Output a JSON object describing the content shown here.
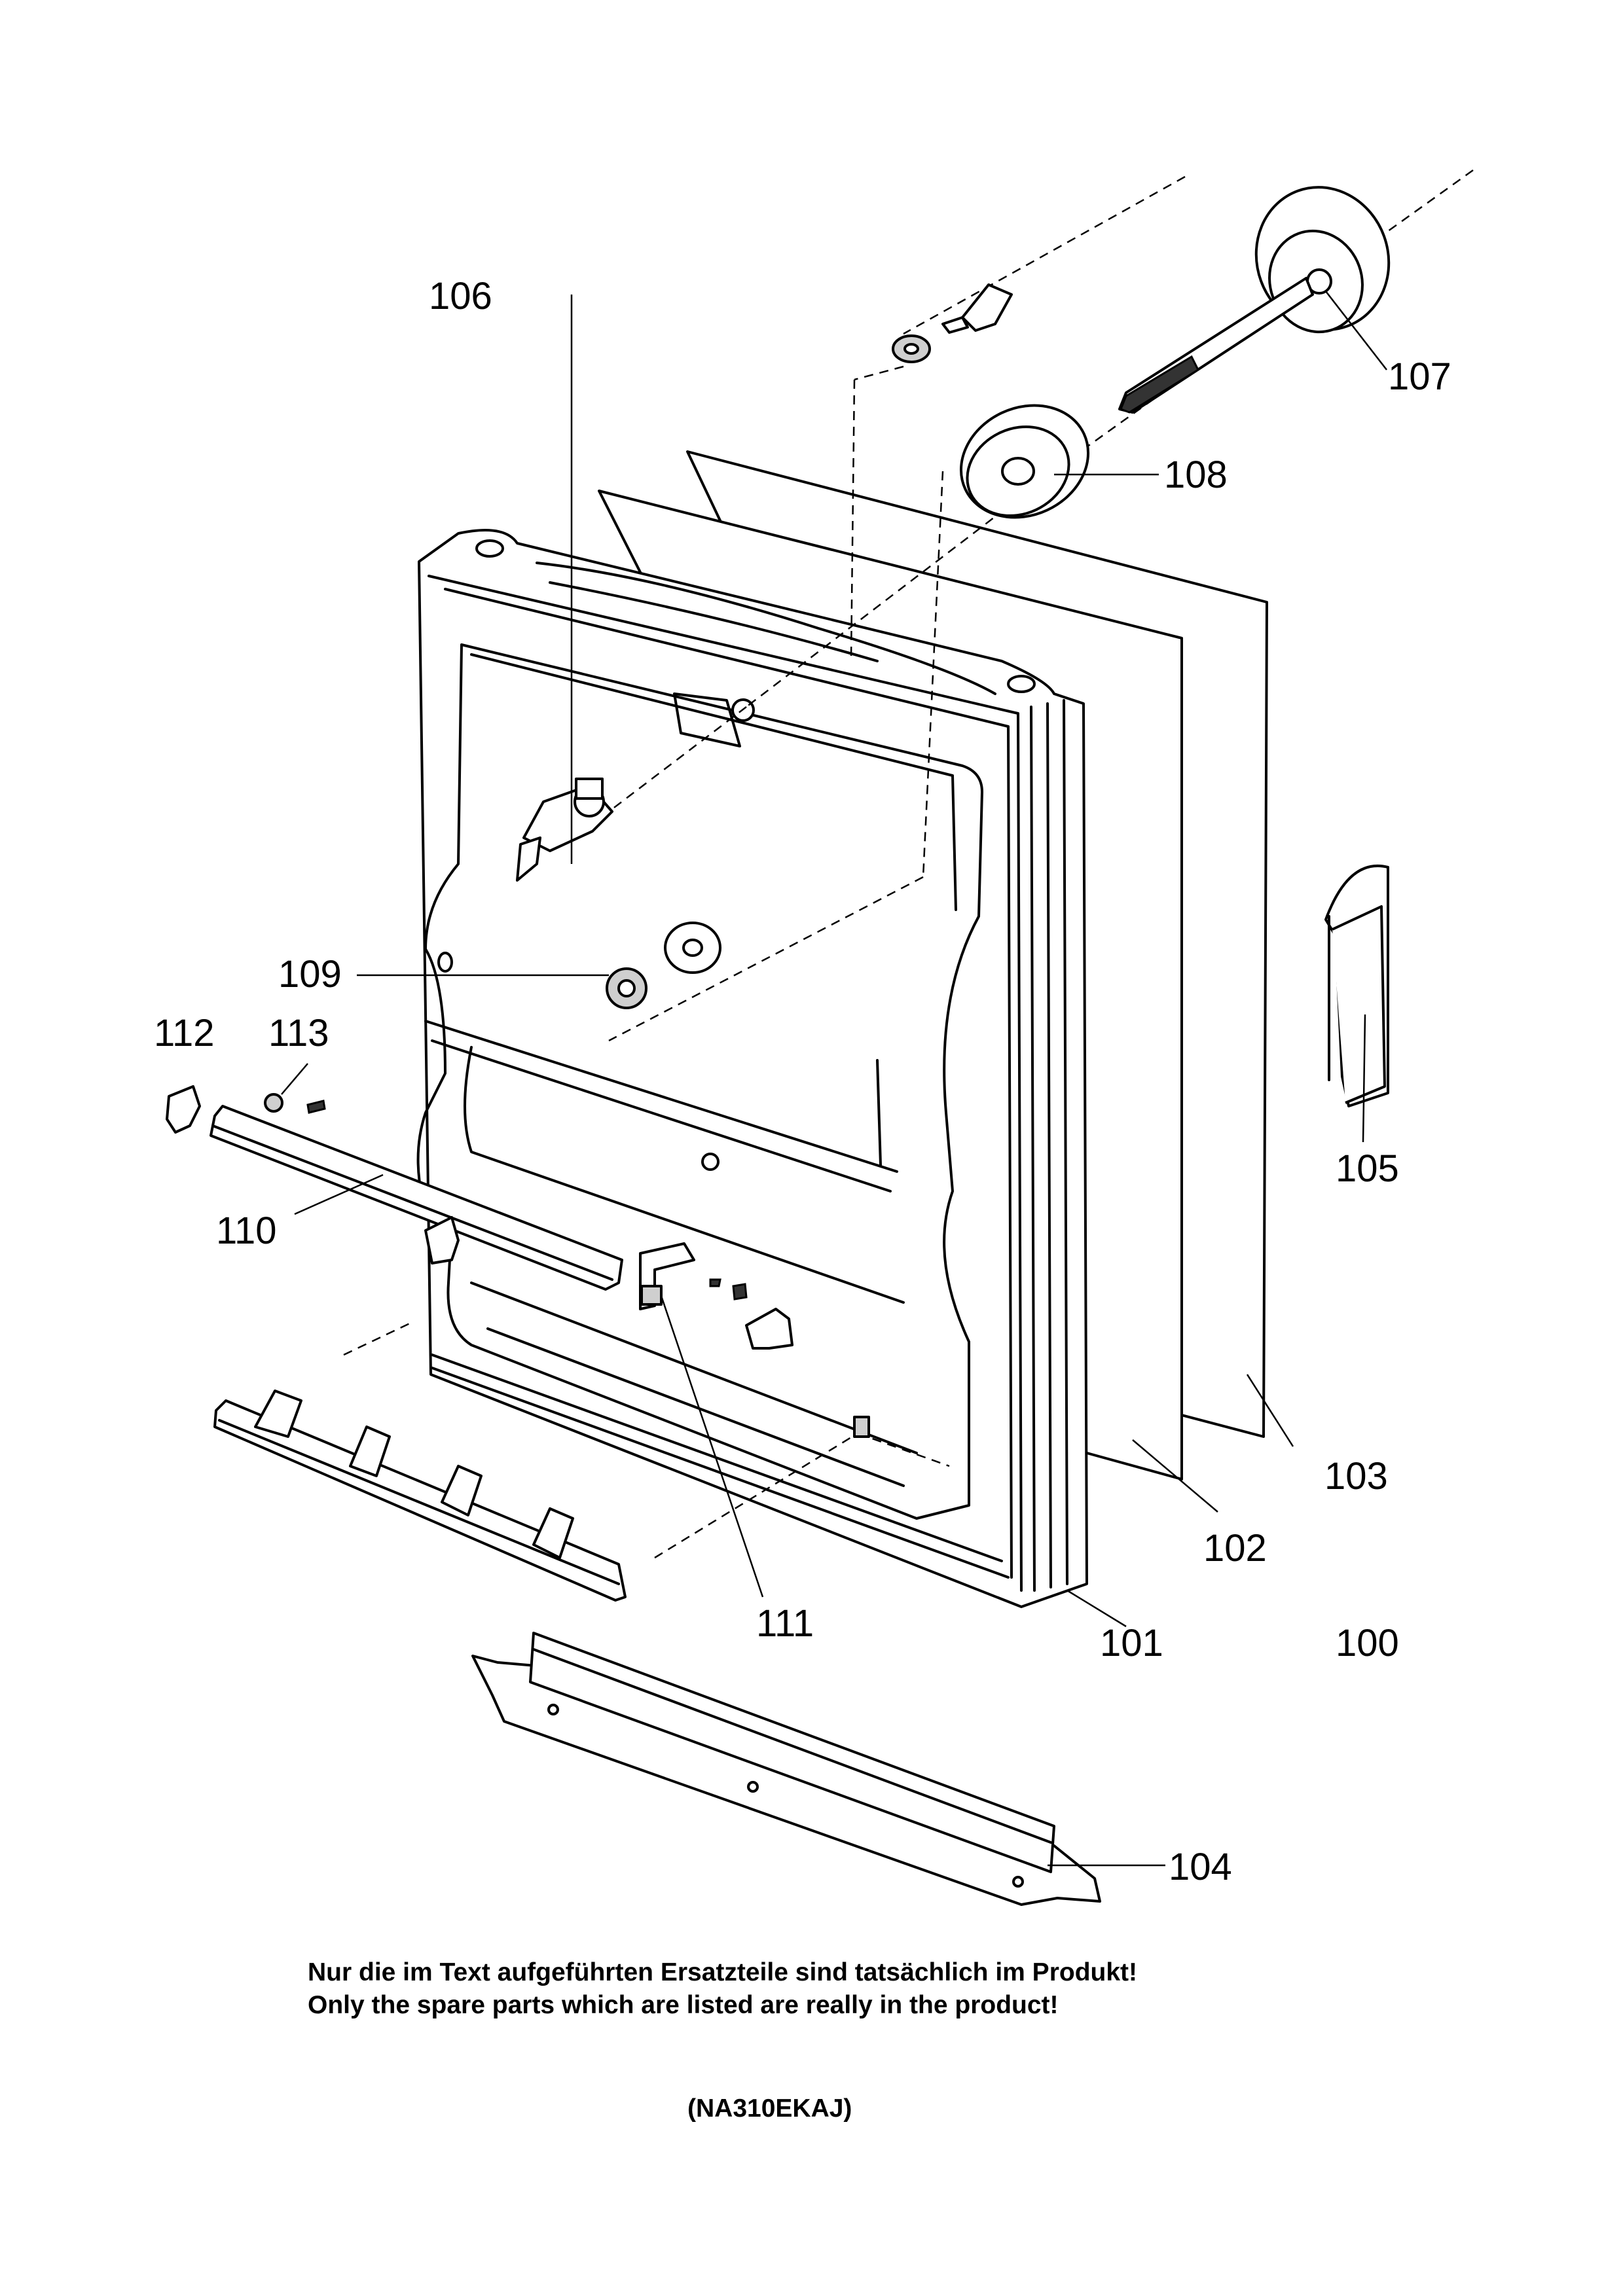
{
  "labels": {
    "p100": "100",
    "p101": "101",
    "p102": "102",
    "p103": "103",
    "p104": "104",
    "p105": "105",
    "p106": "106",
    "p107": "107",
    "p108": "108",
    "p109": "109",
    "p110": "110",
    "p111": "111",
    "p112": "112",
    "p113": "113"
  },
  "notes": {
    "german": "Nur die im Text aufgeführten Ersatzteile sind tatsächlich im Produkt!",
    "english": "Only the spare parts which are listed are really in the product!"
  },
  "model_code": "(NA310EKAJ)"
}
